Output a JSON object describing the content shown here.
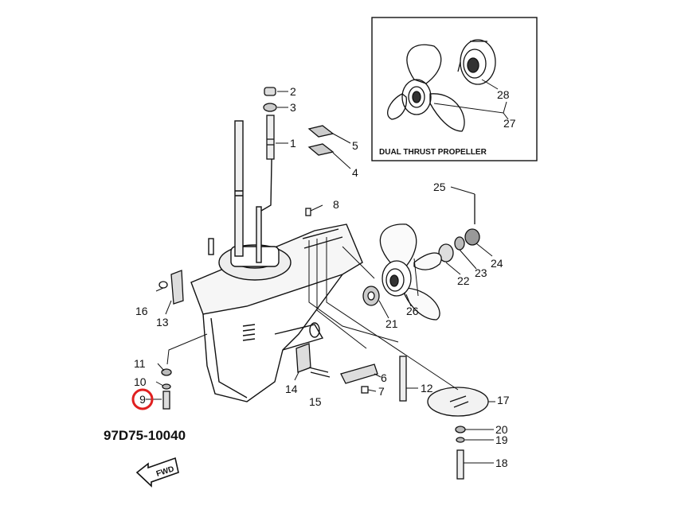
{
  "diagram": {
    "part_number": "97D75-10040",
    "inset_caption": "DUAL THRUST PROPELLER",
    "fwd_label": "FWD",
    "highlight_color": "#e02020",
    "callouts": {
      "c1": "1",
      "c2": "2",
      "c3": "3",
      "c4": "4",
      "c5": "5",
      "c6": "6",
      "c7": "7",
      "c8": "8",
      "c9": "9",
      "c10": "10",
      "c11": "11",
      "c12": "12",
      "c13": "13",
      "c14": "14",
      "c15": "15",
      "c16": "16",
      "c17": "17",
      "c18": "18",
      "c19": "19",
      "c20": "20",
      "c21": "21",
      "c22": "22",
      "c23": "23",
      "c24": "24",
      "c25": "25",
      "c26": "26",
      "c27": "27",
      "c28": "28"
    }
  }
}
